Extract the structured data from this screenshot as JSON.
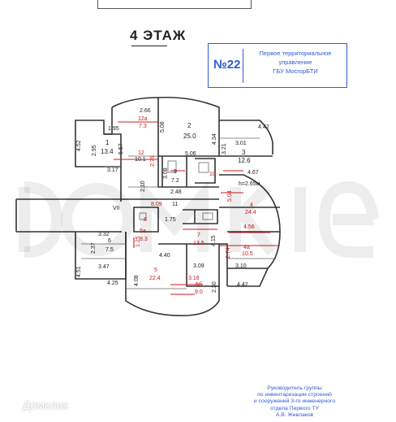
{
  "floor_title": "4 ЭТАЖ",
  "stamp": {
    "number": "№22",
    "line1": "Первое территориальное",
    "line2": "управление",
    "line3": "ГБУ МосгорБТИ"
  },
  "approval": {
    "line1": "Руководитель группы",
    "line2": "по инвентаризации строений",
    "line3": "и сооружений 3-го инженерного",
    "line4": "отдела Первого ТУ",
    "line5": "А.В. Жевлаков"
  },
  "logo": {
    "text": "Домклик",
    "icon": "house-logo-icon"
  },
  "watermark_icon": "domclick-watermark-icon",
  "rooms": [
    {
      "num": "1",
      "area": "13.4"
    },
    {
      "num": "2",
      "area": "25.0"
    },
    {
      "num": "3",
      "area": "12.6"
    },
    {
      "num": "4",
      "area": "24.4"
    },
    {
      "num": "4а",
      "area": "10.5"
    },
    {
      "num": "5",
      "area": "22.4"
    },
    {
      "num": "5б",
      "area": "9.0"
    },
    {
      "num": "6",
      "area": "7.5"
    },
    {
      "num": "7",
      "area": "13.5"
    },
    {
      "num": "8",
      "area": ""
    },
    {
      "num": "9",
      "area": "7.2"
    },
    {
      "num": "10",
      "area": ""
    },
    {
      "num": "11",
      "area": ""
    },
    {
      "num": "12",
      "area": "10.1"
    },
    {
      "num": "12а",
      "area": "7.3"
    },
    {
      "num": "5а",
      "area": "8.3"
    }
  ],
  "dims": {
    "d266": "2.66",
    "d195": "1.95",
    "d452": "4.52",
    "d295": "2.95",
    "d557": "5.57",
    "d317": "3.17",
    "d508": "5.08",
    "d434": "4.34",
    "d442a": "4.42",
    "d321": "3.21",
    "d301": "3.01",
    "d506": "5.06",
    "d279": "2.79",
    "d308": "3.08",
    "d210": "2.10",
    "d467": "4.67",
    "h": "h=2.65м",
    "d248": "2.48",
    "d504": "5.04",
    "d809": "8.09",
    "vii": "VII",
    "d175": "1.75",
    "d456": "4.56",
    "d332": "3.32",
    "d237": "2.37",
    "d415": "4.15",
    "d274": "2.74",
    "d440": "4.40",
    "d125": "1.25",
    "d347": "3.47",
    "d451": "4.51",
    "d309": "3.09",
    "d310": "3.10",
    "d408": "4.08",
    "d316": "3.16",
    "d425": "4.25",
    "d230": "2.30",
    "d442b": "4.42"
  }
}
